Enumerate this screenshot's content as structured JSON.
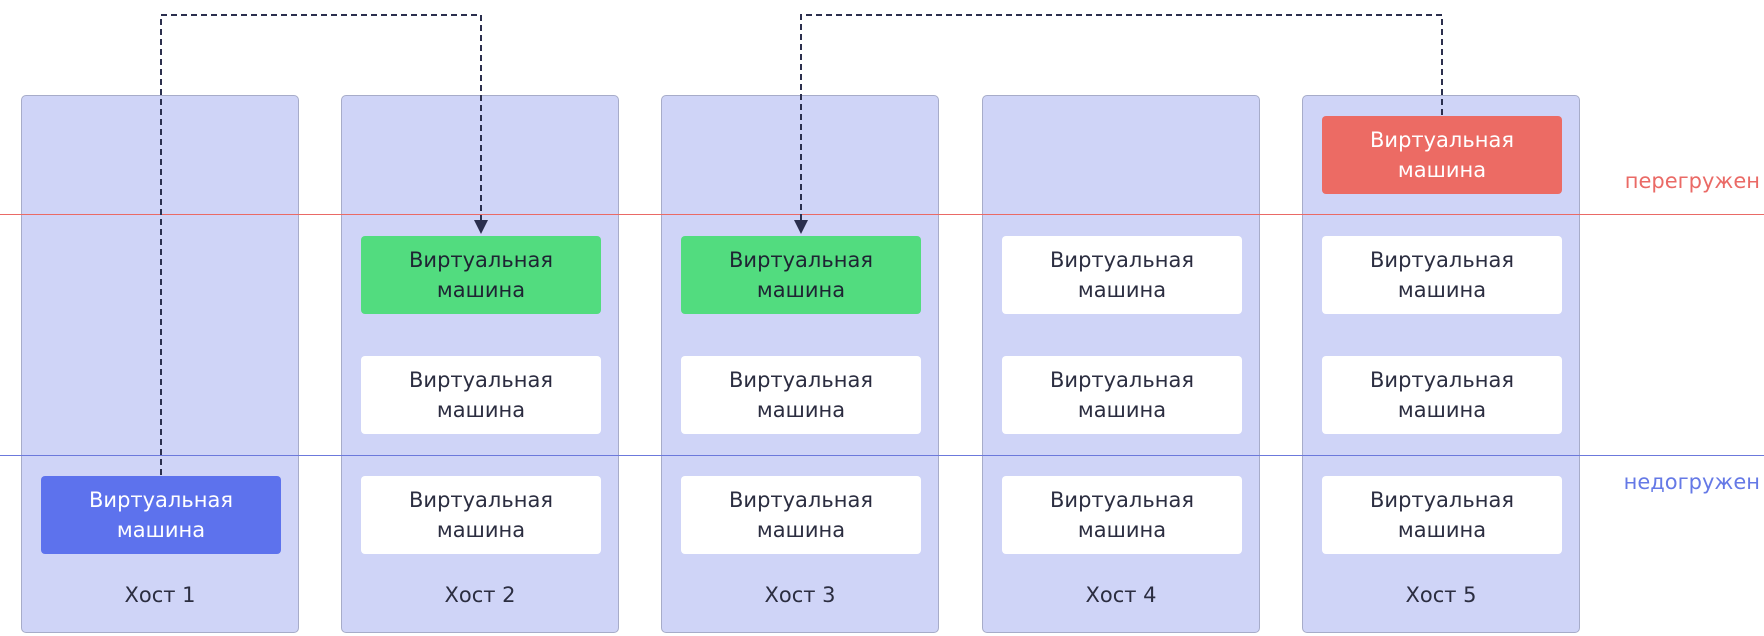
{
  "thresholds": {
    "overloaded": "перегружен",
    "underloaded": "недогружен"
  },
  "vm_label": {
    "line1": "Виртуальная",
    "line2": "машина"
  },
  "hosts": [
    {
      "label": "Хост 1"
    },
    {
      "label": "Хост 2"
    },
    {
      "label": "Хост 3"
    },
    {
      "label": "Хост 4"
    },
    {
      "label": "Хост 5"
    }
  ],
  "colors": {
    "host_bg": "#cfd4f7",
    "vm_default": "#ffffff",
    "vm_underloaded": "#5d72ed",
    "vm_migrated": "#52dc7f",
    "vm_overloaded": "#ec6b64",
    "line_overloaded": "#ea6a66",
    "line_underloaded": "#6c79dc"
  },
  "migrations": [
    {
      "from": "Хост 1",
      "to": "Хост 2"
    },
    {
      "from": "Хост 5",
      "to": "Хост 3"
    }
  ]
}
